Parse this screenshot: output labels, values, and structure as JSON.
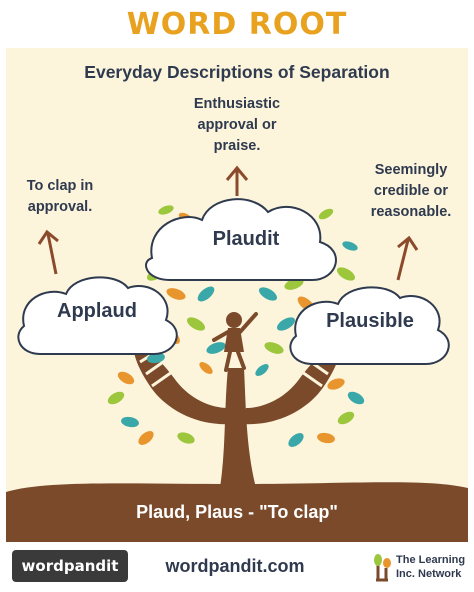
{
  "header": {
    "title": "WORD ROOT"
  },
  "subtitle": "Everyday Descriptions of Separation",
  "notes": {
    "top": [
      "Enthusiastic",
      "approval or",
      "praise."
    ],
    "left": [
      "To clap in",
      "approval."
    ],
    "right": [
      "Seemingly",
      "credible or",
      "reasonable."
    ]
  },
  "clouds": {
    "center": "Plaudit",
    "left": "Applaud",
    "right": "Plausible"
  },
  "banner": {
    "text": "Plaud, Plaus - \"To clap\""
  },
  "footer": {
    "logo_left": "wordpandit",
    "url": "wordpandit.com",
    "logo_right_line1": "The Learning",
    "logo_right_line2": "Inc. Network"
  },
  "colors": {
    "title": "#e8a21f",
    "background": "#fcf5dc",
    "trunk": "#7a4a2b",
    "text": "#2f3a4f",
    "leaf_teal": "#3aa7a8",
    "leaf_orange": "#e8952e",
    "leaf_green": "#9cc63b",
    "arrow": "#8b4a2b"
  }
}
